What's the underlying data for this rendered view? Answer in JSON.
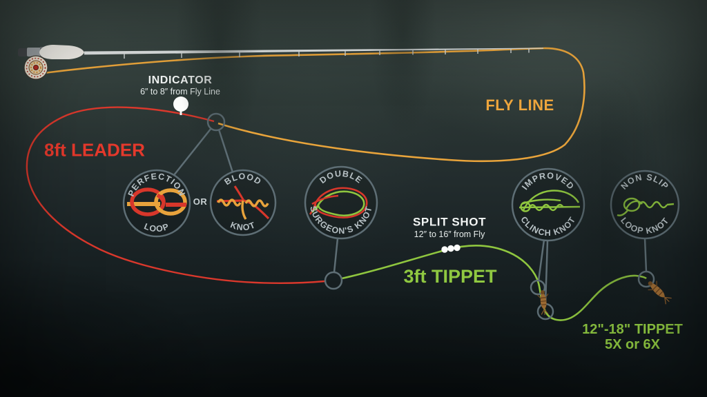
{
  "scene": {
    "title": "Fly fishing nymph rig setup diagram"
  },
  "labels": {
    "fly_line": "FLY LINE",
    "leader": "8ft LEADER",
    "tippet": "3ft TIPPET",
    "tippet2_line1": "12\"-18\" TIPPET",
    "tippet2_line2": "5X or 6X",
    "or": "OR",
    "indicator": {
      "title": "INDICATOR",
      "subtitle": "6″ to 8″ from Fly Line"
    },
    "split_shot": {
      "title": "SPLIT SHOT",
      "subtitle": "12″ to 16″ from Fly"
    }
  },
  "knots": [
    {
      "name": "perfection-loop",
      "label_top": "PERFECTION",
      "label_bottom": "LOOP"
    },
    {
      "name": "blood-knot",
      "label_top": "BLOOD",
      "label_bottom": "KNOT"
    },
    {
      "name": "double-surgeons-knot",
      "label_top": "DOUBLE",
      "label_bottom": "SURGEON'S KNOT"
    },
    {
      "name": "improved-clinch-knot",
      "label_top": "IMPROVED",
      "label_bottom": "CLINCH KNOT"
    },
    {
      "name": "non-slip-loop-knot",
      "label_top": "NON SLIP",
      "label_bottom": "LOOP KNOT"
    }
  ],
  "colors": {
    "fly_line": "#EFA63D",
    "leader": "#E5392C",
    "tippet": "#8FC841",
    "label_white": "#F2F5F4",
    "circle_stroke": "#5E6E75",
    "knot_text": "#B7C1C5",
    "indicator_ball": "#FFFFFF",
    "split_shot_dots": "#FFFFFF",
    "fly_body": "#9B6A33"
  }
}
